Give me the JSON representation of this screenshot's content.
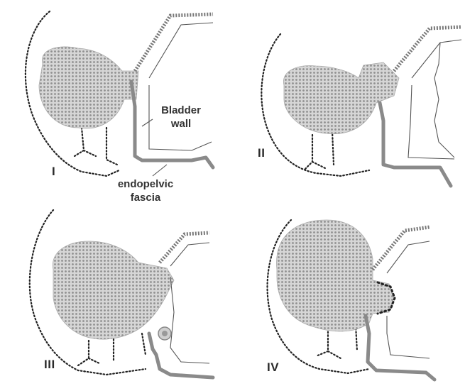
{
  "panels": [
    {
      "id": "I",
      "label": "I"
    },
    {
      "id": "II",
      "label": "II"
    },
    {
      "id": "III",
      "label": "III"
    },
    {
      "id": "IV",
      "label": "IV"
    }
  ],
  "annotations": {
    "bladder_wall": [
      "Bladder",
      "wall"
    ],
    "endopelvic_fascia": [
      "endopelvic",
      "fascia"
    ]
  }
}
